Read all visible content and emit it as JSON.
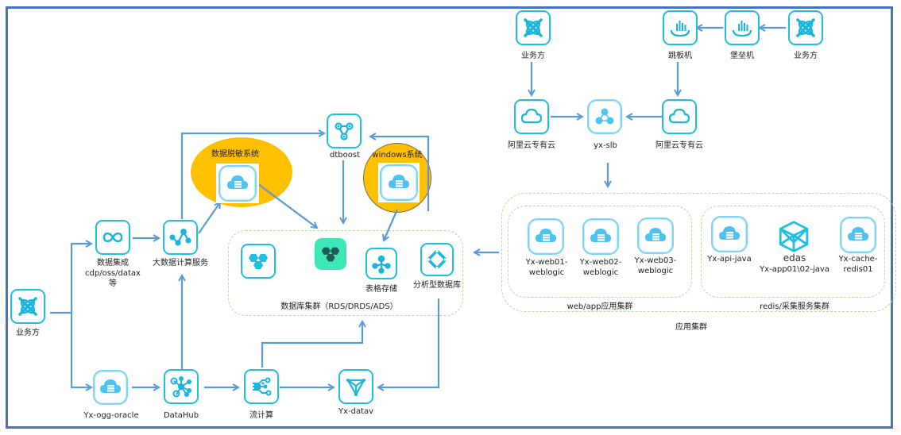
{
  "diagram": {
    "colors": {
      "frame": "#4472c4",
      "arrow": "#5b9bd5",
      "icon_border": "#1ec0e0",
      "icon_fill": "#1ab5dd",
      "cloud_fill": "#4fc3ef",
      "highlight": "#ffc000",
      "group_border": "#b7dc9b",
      "table_store_fill": "#3ee8b5",
      "table_store_glyph": "#1d5a5a"
    },
    "nodes": {
      "biz_left": {
        "label": "业务方",
        "icon": "atom-x-icon"
      },
      "data_integration": {
        "label_lines": [
          "数据集成",
          "cdp/oss/datax",
          "等"
        ],
        "icon": "infinity-loop-icon"
      },
      "bigdata_compute": {
        "label": "大数据计算服务",
        "icon": "line-graph-icon"
      },
      "data_masking": {
        "label": "数据脱敏系统",
        "icon": "cloud-server-icon"
      },
      "dtboost": {
        "label": "dtboost",
        "icon": "triangle-graph-icon"
      },
      "windows_system": {
        "label": "windows系统",
        "icon": "cloud-server-icon"
      },
      "ogg_oracle": {
        "label": "Yx-ogg-oracle",
        "icon": "cloud-server-icon"
      },
      "datahub": {
        "label": "DataHub",
        "icon": "hub-network-icon"
      },
      "stream_compute": {
        "label": "流计算",
        "icon": "stream-circuit-icon"
      },
      "datav": {
        "label": "Yx-datav",
        "icon": "triangle-v-icon"
      },
      "db_rds": {
        "label": "",
        "icon": "hexagon-cluster-icon"
      },
      "db_drds": {
        "label": "",
        "icon": "hexagon-cluster-dark-icon"
      },
      "table_store": {
        "label": "表格存储",
        "icon": "tree-nodes-icon"
      },
      "analytic_db": {
        "label": "分析型数据库",
        "icon": "diamond-ring-icon"
      },
      "biz_top1": {
        "label": "业务方",
        "icon": "atom-x-icon"
      },
      "aliyun_private1": {
        "label": "阿里云专有云",
        "icon": "cloud-outline-icon"
      },
      "slb": {
        "label": "yx-slb",
        "icon": "load-balancer-icon"
      },
      "aliyun_private2": {
        "label": "阿里云专有云",
        "icon": "cloud-outline-icon"
      },
      "jump_server": {
        "label": "跳板机",
        "icon": "bar-chart-bowl-icon"
      },
      "bastion": {
        "label": "堡垒机",
        "icon": "bar-chart-bowl-icon"
      },
      "biz_top2": {
        "label": "业务方",
        "icon": "atom-x-icon"
      },
      "web01": {
        "label_lines": [
          "Yx-web01-",
          "weblogic"
        ],
        "icon": "cloud-server-icon"
      },
      "web02": {
        "label_lines": [
          "Yx-web02-",
          "weblogic"
        ],
        "icon": "cloud-server-icon"
      },
      "web03": {
        "label_lines": [
          "Yx-web03-",
          "weblogic"
        ],
        "icon": "cloud-server-icon"
      },
      "api_java": {
        "label": "Yx-api-java",
        "icon": "cloud-server-icon"
      },
      "edas": {
        "title": "edas",
        "label": "Yx-app01\\02-java",
        "icon": "cube-outline-icon"
      },
      "cache_redis": {
        "label_lines": [
          "Yx-cache-",
          "redis01"
        ],
        "icon": "cloud-server-icon"
      }
    },
    "groups": {
      "db_cluster": "数据库集群（RDS/DRDS/ADS）",
      "web_app_cluster": "web/app应用集群",
      "redis_cluster": "redis/采集服务集群",
      "app_cluster": "应用集群"
    }
  }
}
